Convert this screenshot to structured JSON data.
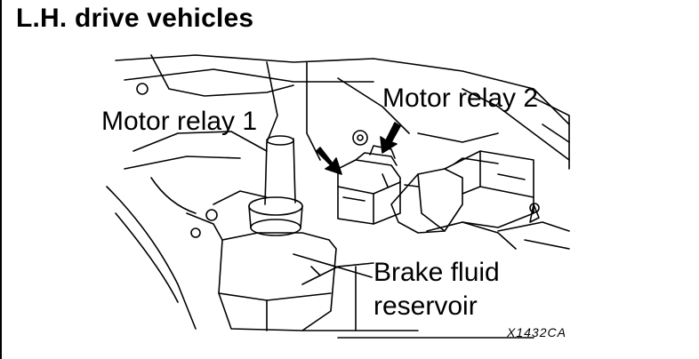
{
  "title": "L.H. drive vehicles",
  "labels": {
    "motor_relay_1": "Motor relay 1",
    "motor_relay_2": "Motor relay 2",
    "brake_fluid": "Brake fluid",
    "reservoir": "reservoir"
  },
  "figure_code": "X1432CA",
  "colors": {
    "ink": "#000000",
    "background": "#ffffff"
  }
}
